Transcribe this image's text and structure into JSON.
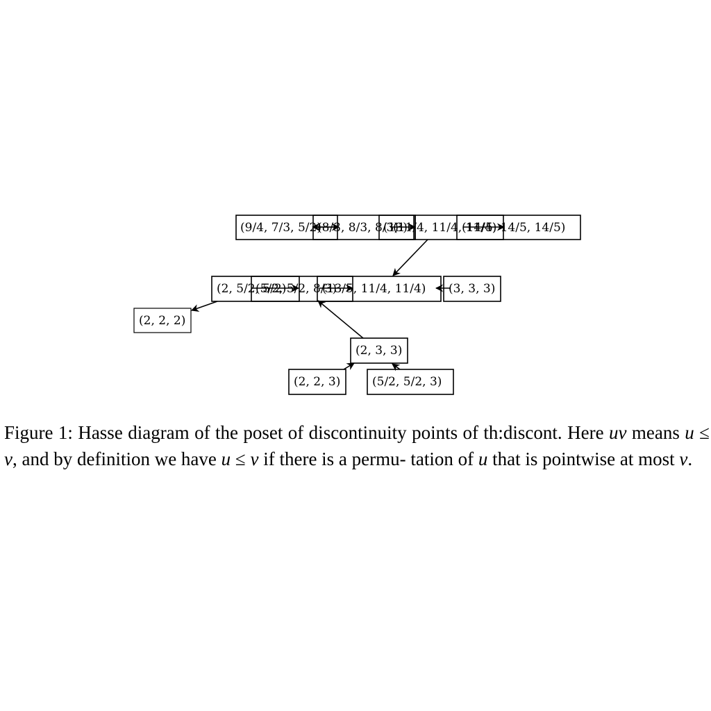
{
  "nodes": [
    {
      "id": "n_9_4",
      "label": "(9/4, 7/3, 5/2)"
    },
    {
      "id": "n_8_3",
      "label": "(8/3, 8/3, 8/3)"
    },
    {
      "id": "n_13",
      "label": "(13)"
    },
    {
      "id": "n_11_4",
      "label": "(11/4, 11/4, 11/4)"
    },
    {
      "id": "n_14_5",
      "label": "(14/5, 14/5, 14/5)"
    },
    {
      "id": "n_2_5_2",
      "label": "(2, 5/2, 5/2)"
    },
    {
      "id": "n_5_2",
      "label": "(5/2, 5/2, 8/3)"
    },
    {
      "id": "n_11_4b",
      "label": "(13/5, 11/4, 11/4)"
    },
    {
      "id": "n_3_3_3",
      "label": "(3, 3, 3)"
    },
    {
      "id": "n_2_2_2",
      "label": "(2, 2, 2)"
    },
    {
      "id": "n_2_3_3",
      "label": "(2, 3, 3)"
    },
    {
      "id": "n_2_2_3",
      "label": "(2, 2, 3)"
    },
    {
      "id": "n_5_2_5_2_3",
      "label": "(5/2, 5/2, 3)"
    }
  ],
  "caption": {
    "line1": "Figure 1: Hasse diagram of the poset of discontinuity points of th:discont.",
    "line2_a": "Here ",
    "line2_uv": "uv",
    "line2_b": " means ",
    "line2_u1": "u",
    "line2_c": " ≤ ",
    "line2_v1": "v",
    "line2_d": ", and by definition we have ",
    "line2_u2": "u",
    "line2_e": " ≤ ",
    "line2_v2": "v",
    "line2_f": " if there is a permu-",
    "line3_a": "tation of ",
    "line3_u": "u",
    "line3_b": " that is pointwise at most ",
    "line3_v": "v",
    "line3_c": "."
  }
}
